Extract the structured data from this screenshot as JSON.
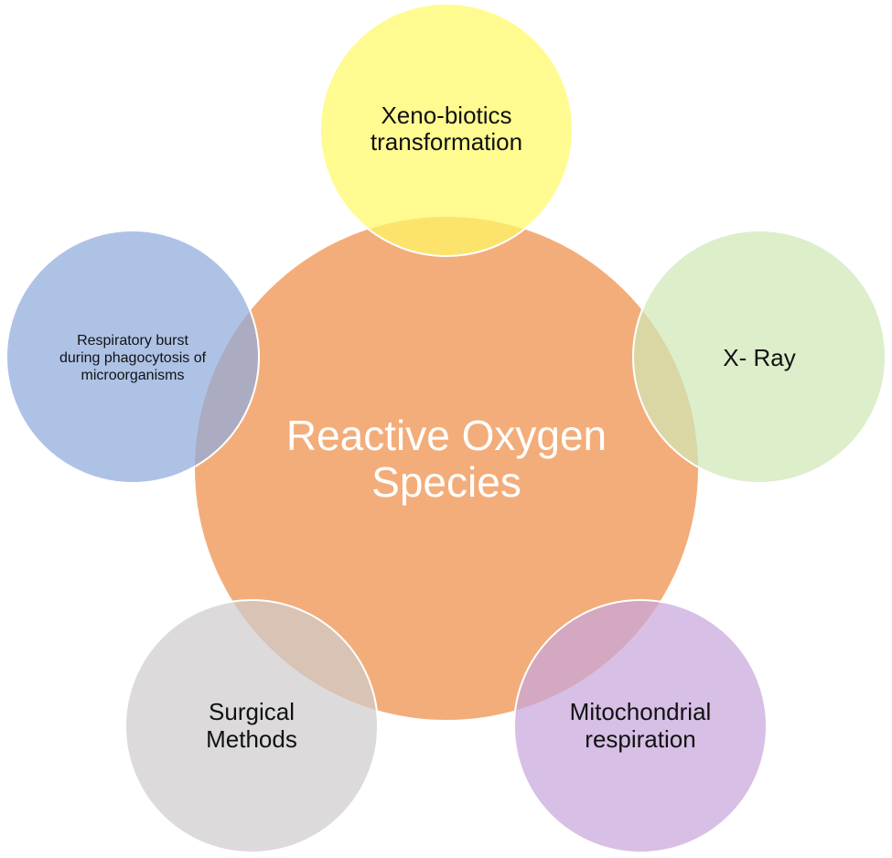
{
  "diagram": {
    "center": {
      "label_line1": "Reactive Oxygen",
      "label_line2": "Species",
      "color": "#F2A66F"
    },
    "nodes": {
      "xenobiotics": {
        "label_line1": "Xeno-biotics",
        "label_line2": "transformation",
        "color": "#FFF966"
      },
      "xray": {
        "label_line1": "X- Ray",
        "color": "#D0E8B5"
      },
      "mitochondrial": {
        "label_line1": "Mitochondrial",
        "label_line2": "respiration",
        "color": "#C7A6DB"
      },
      "surgical": {
        "label_line1": "Surgical",
        "label_line2": "Methods",
        "color": "#CFCCCC"
      },
      "respiratory": {
        "label_line1": "Respiratory burst",
        "label_line2": "during phagocytosis of",
        "label_line3": "microorganisms",
        "color": "#8FAADC"
      }
    }
  }
}
